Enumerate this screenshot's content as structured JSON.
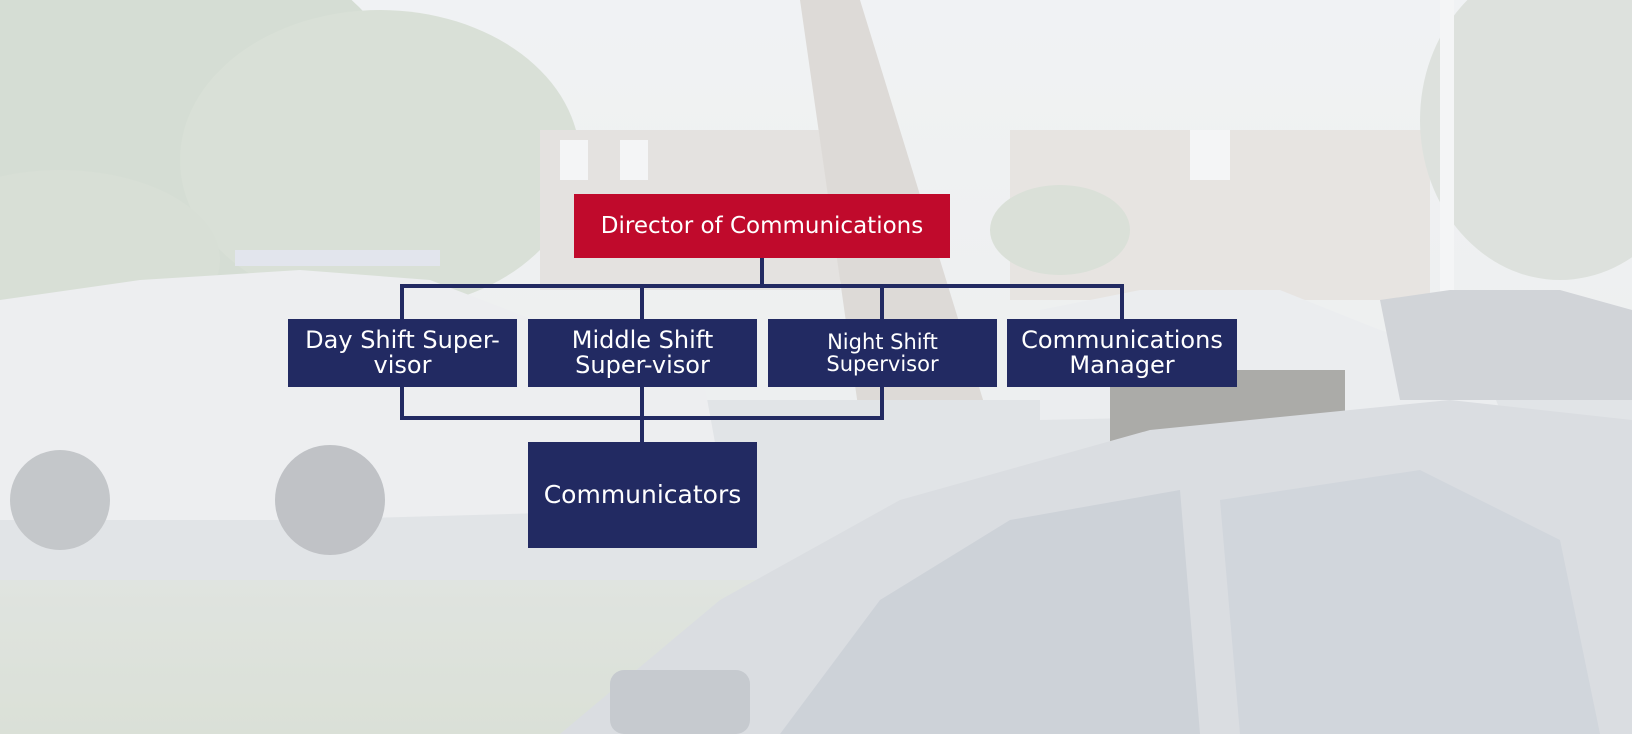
{
  "colors": {
    "director_fill": "#c00a2c",
    "node_fill": "#222a62",
    "connector": "#222a62",
    "text": "#ffffff"
  },
  "org_chart": {
    "director": "Director of Communications",
    "supervisors": {
      "day": "Day Shift Super-visor",
      "middle": "Middle Shift Super-visor",
      "night": "Night Shift Supervisor",
      "manager": "Communications Manager"
    },
    "communicators": "Communicators"
  }
}
